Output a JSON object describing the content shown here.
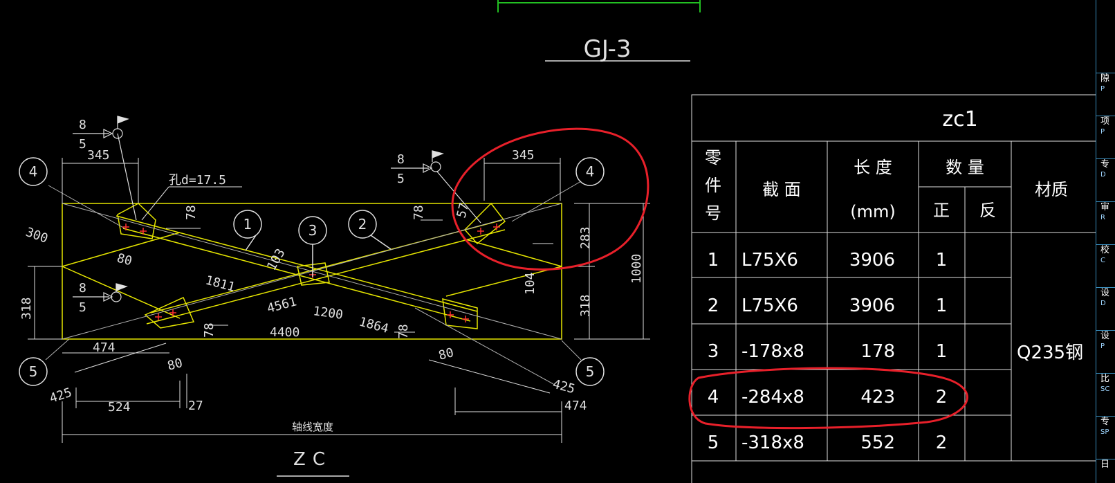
{
  "drawing_title": "GJ-3",
  "view_label": "ZC",
  "hole_note": "孔d=17.5",
  "axis_width_label": "轴线宽度",
  "weld": {
    "size_top": "8",
    "size_bot": "5"
  },
  "balloons": [
    "1",
    "2",
    "3",
    "4",
    "5"
  ],
  "dimensions": {
    "d345": "345",
    "d78": "78",
    "d300": "300",
    "d80": "80",
    "d318": "318",
    "d283": "283",
    "d1000": "1000",
    "d104": "104",
    "d1811": "1811",
    "d4561": "4561",
    "d4400": "4400",
    "d1200": "1200",
    "d1864": "1864",
    "d474": "474",
    "d425": "425",
    "d524": "524",
    "d27": "27",
    "d57": "57",
    "d103": "103"
  },
  "parts_table": {
    "title": "zc1",
    "headers": {
      "part_no": [
        "零",
        "件",
        "号"
      ],
      "section": "截 面",
      "length_1": "长 度",
      "length_2": "(mm)",
      "qty": "数 量",
      "qty_pos": "正",
      "qty_neg": "反",
      "material": "材质"
    },
    "rows": [
      {
        "no": "1",
        "section": "L75X6",
        "length": "3906",
        "qty": "1"
      },
      {
        "no": "2",
        "section": "L75X6",
        "length": "3906",
        "qty": "1"
      },
      {
        "no": "3",
        "section": "-178x8",
        "length": "178",
        "qty": "1"
      },
      {
        "no": "4",
        "section": "-284x8",
        "length": "423",
        "qty": "2"
      },
      {
        "no": "5",
        "section": "-318x8",
        "length": "552",
        "qty": "2"
      }
    ],
    "material_value": "Q235钢"
  },
  "side_strip": [
    {
      "main": "隙",
      "sub": "P"
    },
    {
      "main": "项",
      "sub": "P"
    },
    {
      "main": "专",
      "sub": "D"
    },
    {
      "main": "审",
      "sub": "R"
    },
    {
      "main": "校",
      "sub": "C"
    },
    {
      "main": "设",
      "sub": "D"
    },
    {
      "main": "设",
      "sub": "P"
    },
    {
      "main": "比",
      "sub": "SC"
    },
    {
      "main": "专",
      "sub": "SP"
    },
    {
      "main": "日",
      "sub": ""
    }
  ],
  "colors": {
    "background": "#000000",
    "linework": "#ffffff",
    "gusset": "#e6e600",
    "centerline": "#b0b0b0",
    "bolt": "#ff3030",
    "markup": "#e8202a",
    "top_bar": "#22c022",
    "frame": "#3a8fbf"
  }
}
